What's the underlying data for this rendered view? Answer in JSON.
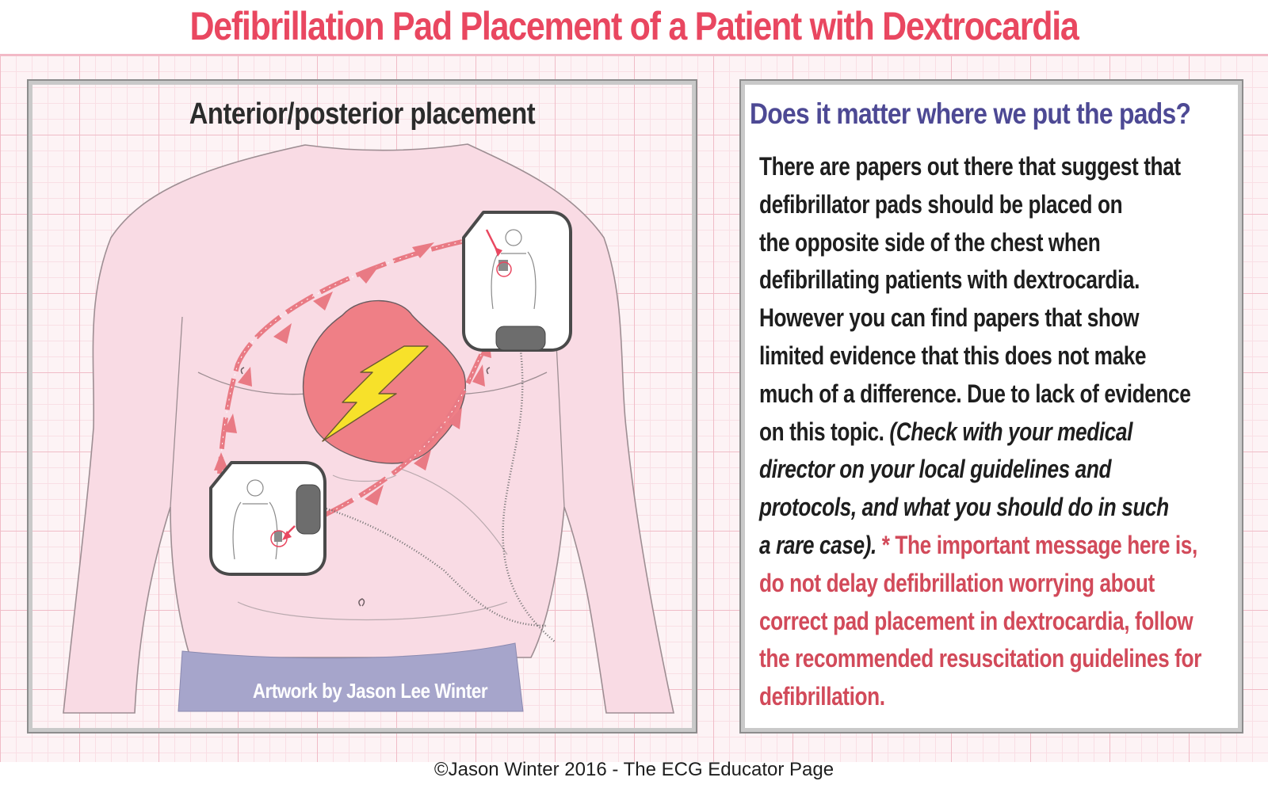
{
  "title": "Defibrillation Pad Placement of a Patient with Dextrocardia",
  "left_panel": {
    "heading": "Anterior/posterior placement",
    "artwork_credit": "Artwork by Jason Lee Winter"
  },
  "right_panel": {
    "heading": "Does it matter where we put the pads?",
    "lines": [
      {
        "parts": [
          {
            "text": "There are papers out there that suggest that",
            "style": "normal"
          }
        ]
      },
      {
        "parts": [
          {
            "text": "defibrillator pads should be placed on",
            "style": "normal"
          }
        ]
      },
      {
        "parts": [
          {
            "text": "the opposite side of the chest when",
            "style": "normal"
          }
        ]
      },
      {
        "parts": [
          {
            "text": "defibrillating patients with dextrocardia.",
            "style": "normal"
          }
        ]
      },
      {
        "parts": [
          {
            "text": "However you can find papers that show",
            "style": "normal"
          }
        ]
      },
      {
        "parts": [
          {
            "text": "limited evidence that this does not make",
            "style": "normal"
          }
        ]
      },
      {
        "parts": [
          {
            "text": "much of a difference. Due to lack of evidence",
            "style": "normal"
          }
        ]
      },
      {
        "parts": [
          {
            "text": "on this topic. ",
            "style": "normal"
          },
          {
            "text": "(Check with your medical",
            "style": "italic"
          }
        ]
      },
      {
        "parts": [
          {
            "text": "director on your local guidelines and",
            "style": "italic"
          }
        ]
      },
      {
        "parts": [
          {
            "text": "protocols, and what you should do in such",
            "style": "italic"
          }
        ]
      },
      {
        "parts": [
          {
            "text": "a rare case).",
            "style": "italic"
          },
          {
            "text": "  * The important message here is,",
            "style": "red"
          }
        ]
      },
      {
        "parts": [
          {
            "text": "do not delay defibrillation worrying about",
            "style": "red"
          }
        ]
      },
      {
        "parts": [
          {
            "text": "correct pad placement in dextrocardia, follow",
            "style": "red"
          }
        ]
      },
      {
        "parts": [
          {
            "text": "the recommended resuscitation guidelines for",
            "style": "red"
          }
        ]
      },
      {
        "parts": [
          {
            "text": "defibrillation.",
            "style": "red"
          }
        ]
      }
    ]
  },
  "footer": "©Jason Winter 2016 - The ECG Educator Page",
  "colors": {
    "title_red": "#e94760",
    "heading_purple": "#4d4994",
    "emphasis_red": "#d24a5a",
    "torso_pink": "#f9dbe4",
    "heart_red": "#ef7f86",
    "bolt_yellow": "#f7e12a",
    "arrow_red": "#e97a84",
    "pants_lavender": "#a6a5cb"
  },
  "icons": {
    "shock": "lightning-bolt-icon",
    "pad": "defibrillator-pad-icon",
    "heart": "heart-icon"
  }
}
